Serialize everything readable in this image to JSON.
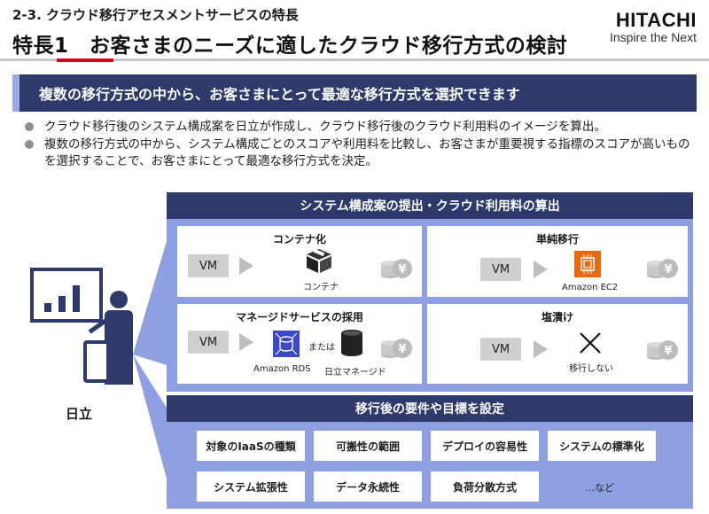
{
  "header": {
    "section": "2-3. クラウド移行アセスメントサービスの特長",
    "title": "特長1　お客さまのニーズに適したクラウド移行方式の検討",
    "brand": "HITACHI",
    "tagline": "Inspire the Next"
  },
  "banner": "複数の移行方式の中から、お客さまにとって最適な移行方式を選択できます",
  "bullets": [
    "クラウド移行後のシステム構成案を日立が作成し、クラウド移行後のクラウド利用料のイメージを算出。",
    "複数の移行方式の中から、システム構成ごとのスコアや利用料を比較し、お客さまが重要視する指標のスコアが高いものを選択することで、お客さまにとって最適な移行方式を決定。"
  ],
  "actor_label": "日立",
  "top_panel": {
    "title": "システム構成案の提出・クラウド利用料の算出",
    "cards": {
      "container": {
        "title": "コンテナ化",
        "vm": "VM",
        "target_label": "コンテナ"
      },
      "simple": {
        "title": "単純移行",
        "vm": "VM",
        "target_label": "Amazon EC2"
      },
      "managed": {
        "title": "マネージドサービスの採用",
        "vm": "VM",
        "rds_label": "Amazon RDS",
        "or_label": "または",
        "hitachi_label": "日立マネージド"
      },
      "pickled": {
        "title": "塩漬け",
        "vm": "VM",
        "target_label": "移行しない"
      }
    }
  },
  "bottom_panel": {
    "title": "移行後の要件や目標を設定",
    "items": [
      "対象のIaaSの種類",
      "可搬性の範囲",
      "デプロイの容易性",
      "システムの標準化",
      "システム拡張性",
      "データ永続性",
      "負荷分散方式"
    ],
    "more": "…など"
  },
  "colors": {
    "navy": "#2e3a6b",
    "panel": "#8fa0e2",
    "accent_red": "#d9001b",
    "aws_orange": "#e8690f",
    "aws_blue": "#3b48cc"
  }
}
